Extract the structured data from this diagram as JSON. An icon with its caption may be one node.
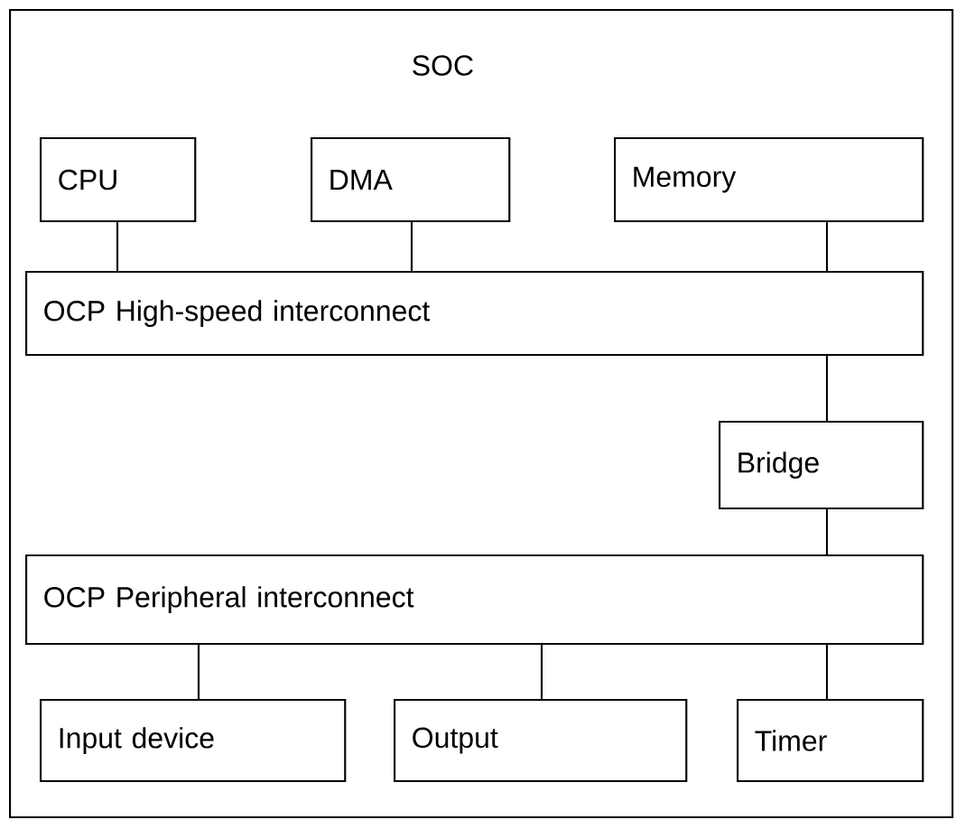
{
  "diagram": {
    "nodes": [
      {
        "text": [
          "SOC"
        ]
      },
      {
        "text": [
          "CPU"
        ],
        "in": 0
      },
      {
        "text": [
          "DMA"
        ],
        "in": 0
      },
      {
        "text": [
          "Memory"
        ],
        "in": 0
      },
      {
        "text": [
          "OCP High-speed interconnect"
        ],
        "in": 0
      },
      {
        "text": [
          "Bridge"
        ],
        "in": 0
      },
      {
        "text": [
          "OCP Peripheral interconnect"
        ],
        "in": 0
      },
      {
        "text": [
          "Input device"
        ],
        "in": 0
      },
      {
        "text": [
          "Output"
        ],
        "in": 0
      },
      {
        "text": [
          "Timer"
        ],
        "in": 0
      }
    ],
    "edges": [
      {
        "from": 1,
        "to": 4,
        "arrow": "none"
      },
      {
        "from": 2,
        "to": 4,
        "arrow": "none"
      },
      {
        "from": 3,
        "to": 4,
        "arrow": "none"
      },
      {
        "from": 4,
        "to": 5,
        "arrow": "none"
      },
      {
        "from": 5,
        "to": 6,
        "arrow": "none"
      },
      {
        "from": 6,
        "to": 7,
        "arrow": "none"
      },
      {
        "from": 6,
        "to": 8,
        "arrow": "none"
      },
      {
        "from": 6,
        "to": 9,
        "arrow": "none"
      }
    ]
  }
}
